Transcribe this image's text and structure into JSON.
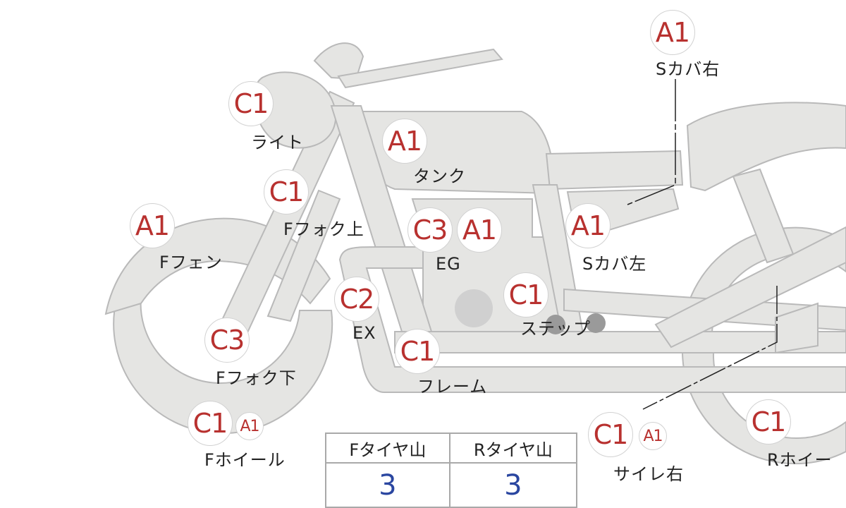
{
  "tread_table": {
    "headers": [
      "Fタイヤ山",
      "Rタイヤ山"
    ],
    "values": [
      "3",
      "3"
    ]
  },
  "parts": [
    {
      "id": "s-cover-right",
      "grades": [
        "A1"
      ],
      "label": "Sカバ右"
    },
    {
      "id": "light",
      "grades": [
        "C1"
      ],
      "label": "ライト"
    },
    {
      "id": "tank",
      "grades": [
        "A1"
      ],
      "label": "タンク"
    },
    {
      "id": "fork-upper",
      "grades": [
        "C1"
      ],
      "label": "Fフォク上"
    },
    {
      "id": "front-fender",
      "grades": [
        "A1"
      ],
      "label": "Fフェン"
    },
    {
      "id": "engine",
      "grades": [
        "C3",
        "A1"
      ],
      "label": "EG"
    },
    {
      "id": "s-cover-left",
      "grades": [
        "A1"
      ],
      "label": "Sカバ左"
    },
    {
      "id": "exhaust",
      "grades": [
        "C2"
      ],
      "label": "EX"
    },
    {
      "id": "step",
      "grades": [
        "C1"
      ],
      "label": "ステップ"
    },
    {
      "id": "fork-lower",
      "grades": [
        "C3"
      ],
      "label": "Fフォク下"
    },
    {
      "id": "frame",
      "grades": [
        "C1"
      ],
      "label": "フレーム"
    },
    {
      "id": "front-wheel",
      "grades": [
        "C1",
        "A1"
      ],
      "label": "Fホイール"
    },
    {
      "id": "silencer-right",
      "grades": [
        "C1",
        "A1"
      ],
      "label": "サイレ右"
    },
    {
      "id": "rear-wheel",
      "grades": [
        "C1"
      ],
      "label": "Rホイー"
    }
  ],
  "colors": {
    "grade_text": "#b8312f",
    "tread_value": "#2a46a0",
    "bike_fill": "#e5e5e3",
    "bike_outline": "#b9b9b9"
  }
}
